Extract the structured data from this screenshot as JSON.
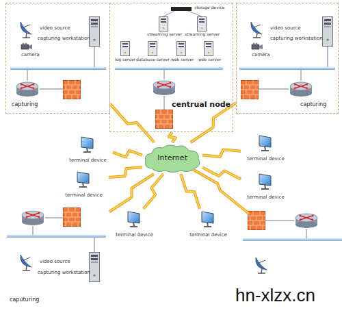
{
  "diagram": {
    "nodes": [
      {
        "text": [
          "capturing"
        ]
      },
      {
        "text": [
          "centrual node"
        ]
      },
      {
        "text": [
          "capturing"
        ]
      },
      {
        "text": [
          "Internet"
        ]
      },
      {
        "text": [
          "terminal device"
        ]
      },
      {
        "text": [
          "terminal device"
        ]
      },
      {
        "text": [
          "terminal device"
        ]
      },
      {
        "text": [
          "terminal device"
        ]
      },
      {
        "text": [
          "terminal device"
        ]
      },
      {
        "text": [
          "terminal device"
        ]
      },
      {
        "text": [
          "caputuring"
        ]
      }
    ],
    "edges": [
      {
        "from": 3,
        "to": 0,
        "arrow": "none"
      },
      {
        "from": 3,
        "to": 1,
        "arrow": "none"
      },
      {
        "from": 3,
        "to": 2,
        "arrow": "none"
      },
      {
        "from": 3,
        "to": 4,
        "arrow": "none"
      },
      {
        "from": 3,
        "to": 5,
        "arrow": "none"
      },
      {
        "from": 3,
        "to": 6,
        "arrow": "none"
      },
      {
        "from": 3,
        "to": 7,
        "arrow": "none"
      },
      {
        "from": 3,
        "to": 8,
        "arrow": "none"
      },
      {
        "from": 3,
        "to": 9,
        "arrow": "none"
      },
      {
        "from": 3,
        "to": 10,
        "arrow": "none"
      }
    ],
    "labels": [
      "storage device",
      "streaming server",
      "streaming server",
      "log server",
      "database server",
      "web server",
      "web server",
      "video source",
      "camera",
      "capturing workstation",
      "video source",
      "camera",
      "capturing workstation",
      "video source",
      "capturing workstation",
      "hn-xlzx.cn"
    ]
  }
}
